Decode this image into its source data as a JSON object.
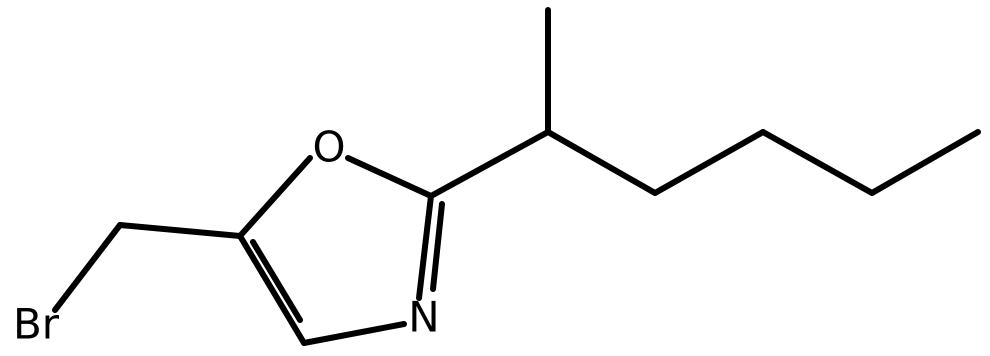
{
  "molecule": {
    "atoms": {
      "oxygen": "O",
      "nitrogen": "N",
      "bromine": "Br"
    },
    "colors": {
      "ink": "#000000",
      "background": "#ffffff"
    }
  }
}
